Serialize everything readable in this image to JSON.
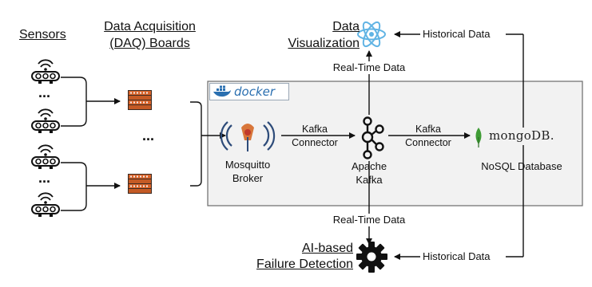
{
  "sections": {
    "sensors": "Sensors",
    "daq_line1": "Data Acquisition",
    "daq_line2": "(DAQ) Boards",
    "viz_line1": "Data",
    "viz_line2": "Visualization",
    "ai_line1": "AI-based",
    "ai_line2": "Failure Detection"
  },
  "container": {
    "label": "docker"
  },
  "nodes": {
    "mosquitto_line1": "Mosquitto",
    "mosquitto_line2": "Broker",
    "kafka_line1": "Apache",
    "kafka_line2": "Kafka",
    "mongo_logo": "mongoDB.",
    "mongo_caption": "NoSQL Database"
  },
  "edges": {
    "connector1_line1": "Kafka",
    "connector1_line2": "Connector",
    "connector2_line1": "Kafka",
    "connector2_line2": "Connector",
    "realtime_top": "Real-Time Data",
    "realtime_bottom": "Real-Time Data",
    "historical_top": "Historical Data",
    "historical_bottom": "Historical Data"
  },
  "ellipsis": {
    "sensors_top": "...",
    "sensors_bottom": "...",
    "daq": "..."
  },
  "icons": [
    "sensor-icon",
    "daq-board-icon",
    "react-icon",
    "mosquitto-icon",
    "kafka-icon",
    "mongodb-leaf-icon",
    "gear-icon",
    "docker-whale-icon"
  ],
  "colors": {
    "docker_blue": "#2a6fb0",
    "mongo_green": "#3f9c35",
    "react_blue": "#61b4e4",
    "board_orange": "#d9642a",
    "container_bg": "#f2f2f2"
  }
}
